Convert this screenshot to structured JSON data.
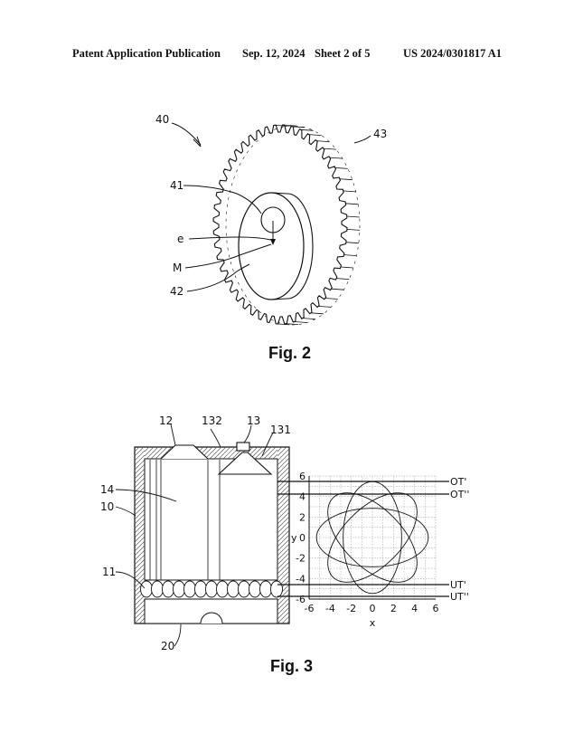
{
  "header": {
    "publication": "Patent Application Publication",
    "date": "Sep. 12, 2024",
    "sheet": "Sheet 2 of 5",
    "number": "US 2024/0301817 A1"
  },
  "fig2": {
    "caption": "Fig. 2",
    "labels": {
      "gear_assembly": "40",
      "bore": "41",
      "eccentricity": "e",
      "center": "M",
      "eccentric_disc": "42",
      "gear": "43"
    }
  },
  "fig3": {
    "caption": "Fig. 3",
    "labels": {
      "inlet": "12",
      "port": "132",
      "valve": "13",
      "seat": "131",
      "chamber": "14",
      "housing": "10",
      "balls": "11",
      "base": "20"
    },
    "plot": {
      "xlabel": "x",
      "ylabel": "y",
      "xticks": [
        "-6",
        "-4",
        "-2",
        "0",
        "2",
        "4",
        "6"
      ],
      "yticks": [
        "6",
        "4",
        "2",
        "0",
        "-2",
        "-4",
        "-6"
      ],
      "lines": [
        "OT'",
        "OT''",
        "UT'",
        "UT''"
      ]
    }
  }
}
